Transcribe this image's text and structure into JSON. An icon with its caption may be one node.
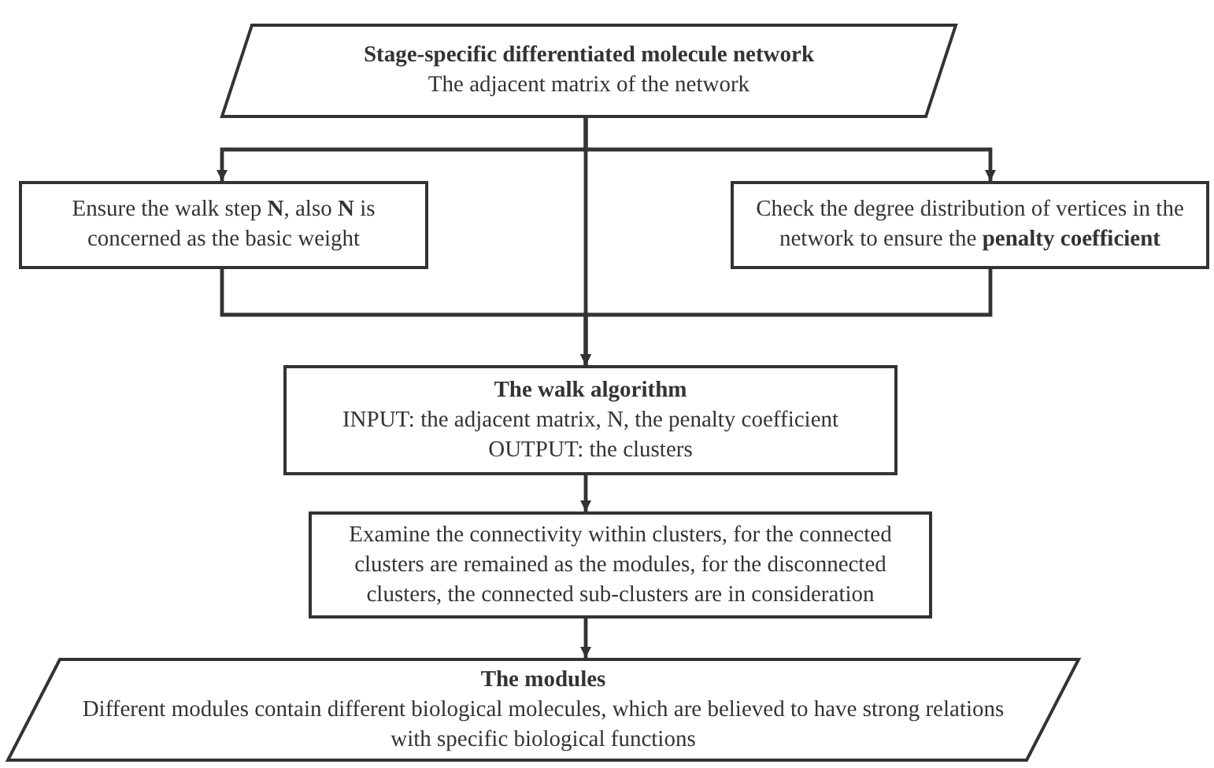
{
  "diagram": {
    "nodes": [
      {
        "text": [
          "Stage-specific differentiated molecule network",
          "The adjacent matrix of the network"
        ]
      },
      {
        "text": [
          "Ensure the walk step **N**, also **N** is concerned as the basic weight"
        ]
      },
      {
        "text": [
          "Check the degree distribution of vertices in the network to ensure the **penalty coefficient**"
        ]
      },
      {
        "text": [
          "The walk algorithm",
          "INPUT: the adjacent matrix, N, the penalty coefficient",
          "OUTPUT: the clusters"
        ]
      },
      {
        "text": [
          "Examine the connectivity within clusters, for the connected clusters are remained as the modules, for the disconnected clusters, the connected sub-clusters are in consideration"
        ]
      },
      {
        "text": [
          "The modules",
          "Different modules contain different biological molecules, which are believed to have strong relations with specific biological functions"
        ]
      }
    ],
    "edges": [
      {
        "from": 0,
        "to": 1,
        "arrow": "to"
      },
      {
        "from": 0,
        "to": 2,
        "arrow": "to"
      },
      {
        "from": 0,
        "to": 3,
        "arrow": "to"
      },
      {
        "from": 1,
        "to": 3,
        "arrow": "to"
      },
      {
        "from": 2,
        "to": 3,
        "arrow": "to"
      },
      {
        "from": 3,
        "to": 4,
        "arrow": "to"
      },
      {
        "from": 4,
        "to": 5,
        "arrow": "to"
      }
    ]
  }
}
